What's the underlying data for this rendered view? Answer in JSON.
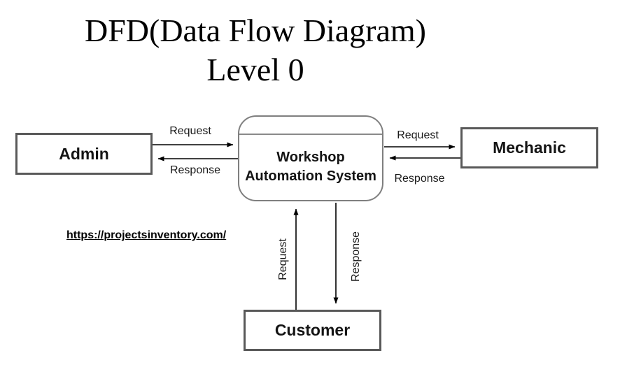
{
  "title": {
    "line1": "DFD(Data Flow Diagram)",
    "line2": "Level 0"
  },
  "process": {
    "label_line1": "Workshop",
    "label_line2": "Automation System"
  },
  "entities": {
    "admin": "Admin",
    "mechanic": "Mechanic",
    "customer": "Customer"
  },
  "flows": {
    "admin_request": "Request",
    "admin_response": "Response",
    "mechanic_request": "Request",
    "mechanic_response": "Response",
    "customer_request": "Request",
    "customer_response": "Response"
  },
  "link": {
    "url_text": "https://projectsinventory.com/"
  },
  "colors": {
    "background": "#ffffff",
    "entity_border": "#595959",
    "process_border": "#7f7f7f",
    "arrow": "#000000",
    "text": "#111111"
  }
}
